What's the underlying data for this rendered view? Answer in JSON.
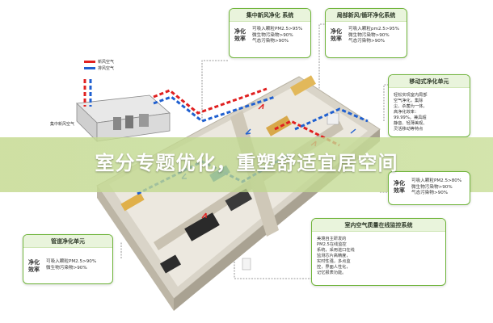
{
  "legend": {
    "items": [
      {
        "label": "新风空气",
        "color": "#e02020"
      },
      {
        "label": "排风空气",
        "color": "#2060d0"
      }
    ]
  },
  "unit_label": "集中新风空气",
  "cards": {
    "central": {
      "title": "集中新风净化 系统",
      "eff": [
        "净化",
        "效率"
      ],
      "lines": [
        "可吸入颗粒PM2.5>95%",
        "微生物污染物>90%",
        "气态污染物>90%"
      ]
    },
    "local": {
      "title": "局部新风/循环净化系统",
      "eff": [
        "净化",
        "效率"
      ],
      "lines": [
        "可吸入颗粒pm2.5>95%",
        "微生物污染物>90%",
        "气态污染物>90%"
      ]
    },
    "mobile": {
      "title": "移动式净化单元",
      "lines": [
        "轻松实现室内局部",
        "空气净化，集除",
        "尘、杀菌为一体。",
        "高净化效率：",
        "99.99%。兼具超",
        "静音、轻薄美观、",
        "灵活移动等特点"
      ]
    },
    "right_partial": {
      "eff": [
        "净化",
        "效率"
      ],
      "lines": [
        "可吸入颗粒PM2.5>80%",
        "微生物污染物>90%",
        "气态污染物>90%"
      ]
    },
    "pipe": {
      "title": "管道净化单元",
      "eff": [
        "净化",
        "效率"
      ],
      "lines": [
        "可吸入颗粒PM2.5>90%",
        "微生物污染物>90%"
      ]
    },
    "monitor": {
      "title": "室内空气质量在线监控系统",
      "lines": [
        "美境自主研发的",
        "PM2.5在线监控",
        "系统，采用进口在线",
        "监测芯片高精度，",
        "实时性强，多点监",
        "控，界面人性化，",
        "记忆报表功能。"
      ]
    }
  },
  "banner": {
    "text": "室分专题优化，重塑舒适宜居空间"
  },
  "colors": {
    "fresh_air": "#e02020",
    "exhaust_air": "#2060d0",
    "card_border": "#6fb43a",
    "banner": "#c8dc96"
  }
}
